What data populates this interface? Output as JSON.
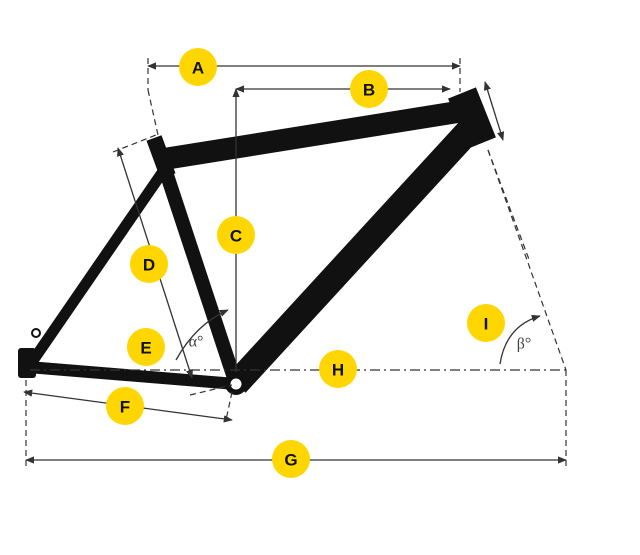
{
  "colors": {
    "frame": "#111111",
    "badge": "#FFD600",
    "badge_text": "#111111",
    "dimension_line": "#333333",
    "background": "#FFFFFF"
  },
  "badges": {
    "A": "A",
    "B": "B",
    "C": "C",
    "D": "D",
    "E": "E",
    "F": "F",
    "G": "G",
    "H": "H",
    "I": "I"
  },
  "angles": {
    "alpha": "α°",
    "beta": "β°"
  }
}
